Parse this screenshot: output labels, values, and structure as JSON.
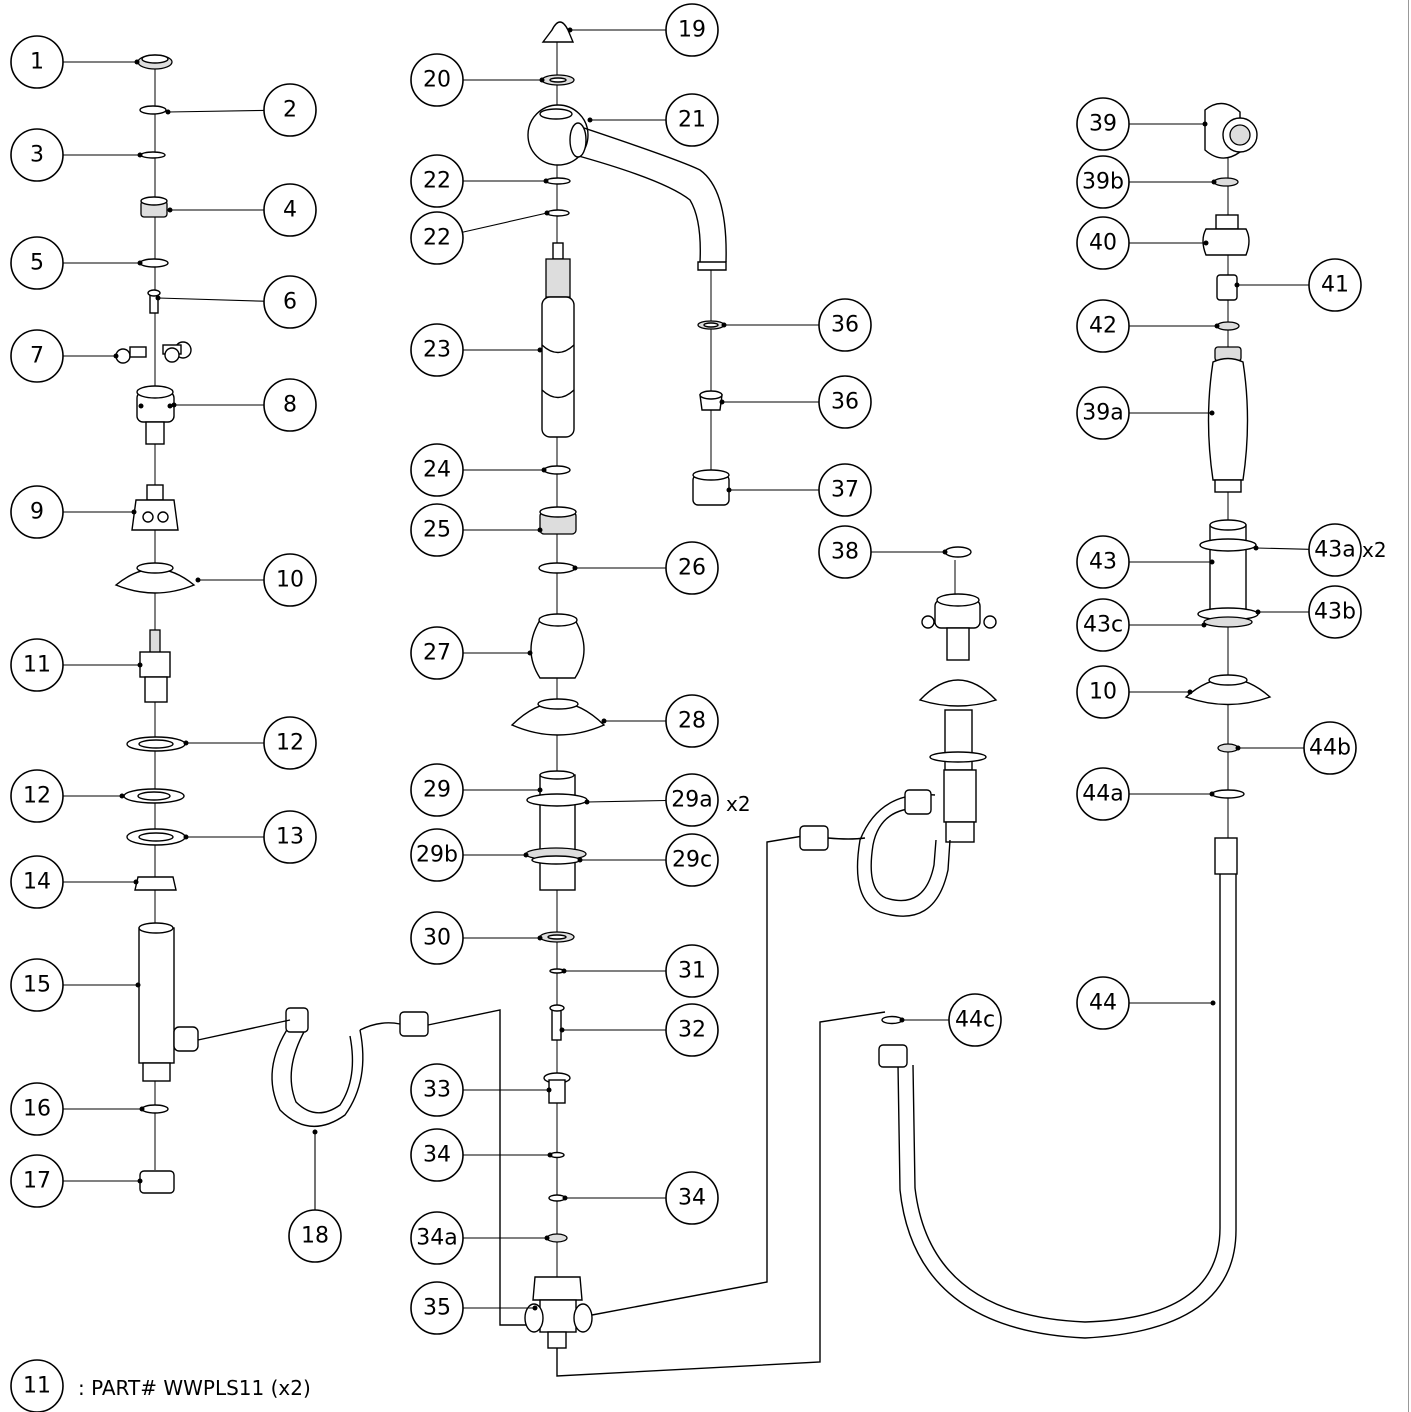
{
  "callouts": [
    {
      "label": "1",
      "anchor": "part-1"
    },
    {
      "label": "2",
      "anchor": "part-2"
    },
    {
      "label": "3",
      "anchor": "part-3"
    },
    {
      "label": "4",
      "anchor": "part-4"
    },
    {
      "label": "5",
      "anchor": "part-5"
    },
    {
      "label": "6",
      "anchor": "part-6"
    },
    {
      "label": "7",
      "anchor": "part-7"
    },
    {
      "label": "8",
      "anchor": "part-8"
    },
    {
      "label": "9",
      "anchor": "part-9"
    },
    {
      "label": "10",
      "anchor": "part-10"
    },
    {
      "label": "11",
      "anchor": "part-11"
    },
    {
      "label": "12",
      "anchor": "part-12a"
    },
    {
      "label": "12",
      "anchor": "part-12b"
    },
    {
      "label": "13",
      "anchor": "part-13"
    },
    {
      "label": "14",
      "anchor": "part-14"
    },
    {
      "label": "15",
      "anchor": "part-15"
    },
    {
      "label": "16",
      "anchor": "part-16"
    },
    {
      "label": "17",
      "anchor": "part-17"
    },
    {
      "label": "18",
      "anchor": "part-18"
    },
    {
      "label": "19",
      "anchor": "part-19"
    },
    {
      "label": "20",
      "anchor": "part-20"
    },
    {
      "label": "21",
      "anchor": "part-21"
    },
    {
      "label": "22",
      "anchor": "part-22a"
    },
    {
      "label": "22",
      "anchor": "part-22b"
    },
    {
      "label": "23",
      "anchor": "part-23"
    },
    {
      "label": "24",
      "anchor": "part-24"
    },
    {
      "label": "25",
      "anchor": "part-25"
    },
    {
      "label": "26",
      "anchor": "part-26"
    },
    {
      "label": "27",
      "anchor": "part-27"
    },
    {
      "label": "28",
      "anchor": "part-28"
    },
    {
      "label": "29",
      "anchor": "part-29"
    },
    {
      "label": "29a",
      "anchor": "part-29a"
    },
    {
      "label": "29b",
      "anchor": "part-29b"
    },
    {
      "label": "29c",
      "anchor": "part-29c"
    },
    {
      "label": "30",
      "anchor": "part-30"
    },
    {
      "label": "31",
      "anchor": "part-31"
    },
    {
      "label": "32",
      "anchor": "part-32"
    },
    {
      "label": "33",
      "anchor": "part-33"
    },
    {
      "label": "34",
      "anchor": "part-34a"
    },
    {
      "label": "34",
      "anchor": "part-34b"
    },
    {
      "label": "34a",
      "anchor": "part-34c"
    },
    {
      "label": "35",
      "anchor": "part-35"
    },
    {
      "label": "36",
      "anchor": "part-36a"
    },
    {
      "label": "36",
      "anchor": "part-36b"
    },
    {
      "label": "37",
      "anchor": "part-37"
    },
    {
      "label": "38",
      "anchor": "part-38"
    },
    {
      "label": "39",
      "anchor": "part-39"
    },
    {
      "label": "39b",
      "anchor": "part-39b"
    },
    {
      "label": "40",
      "anchor": "part-40"
    },
    {
      "label": "41",
      "anchor": "part-41"
    },
    {
      "label": "42",
      "anchor": "part-42"
    },
    {
      "label": "39a",
      "anchor": "part-39a"
    },
    {
      "label": "43",
      "anchor": "part-43"
    },
    {
      "label": "43a",
      "anchor": "part-43a"
    },
    {
      "label": "43b",
      "anchor": "part-43b"
    },
    {
      "label": "43c",
      "anchor": "part-43c"
    },
    {
      "label": "10",
      "anchor": "part-10b"
    },
    {
      "label": "44b",
      "anchor": "part-44b"
    },
    {
      "label": "44a",
      "anchor": "part-44a"
    },
    {
      "label": "44",
      "anchor": "part-44"
    },
    {
      "label": "44c",
      "anchor": "part-44c"
    }
  ],
  "quantity_marks": {
    "q29a": "x2",
    "q43a": "x2"
  },
  "footnote": {
    "callout_label": "11",
    "text": ": PART# WWPLS11 (x2)"
  }
}
